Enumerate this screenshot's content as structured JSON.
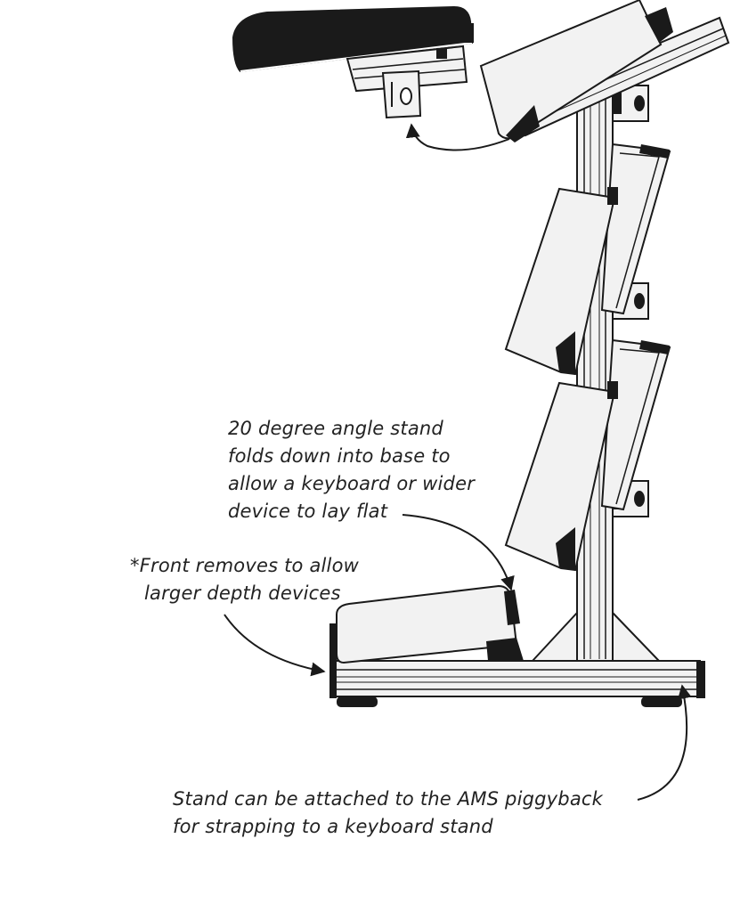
{
  "annotations": {
    "angle_stand": {
      "lines": [
        "20 degree angle stand",
        "folds down into base to",
        "allow a keyboard or wider",
        "device to lay flat"
      ]
    },
    "front_removes": {
      "lines": [
        "*Front removes to allow",
        "larger depth devices"
      ]
    },
    "piggyback": {
      "lines": [
        "Stand can be attached to the AMS piggyback",
        "for strapping to a keyboard stand"
      ]
    }
  },
  "colors": {
    "ink": "#1a1a1a",
    "frame": "#f2f2f2",
    "background": "#ffffff"
  },
  "icons": [
    "arrow-icon"
  ]
}
